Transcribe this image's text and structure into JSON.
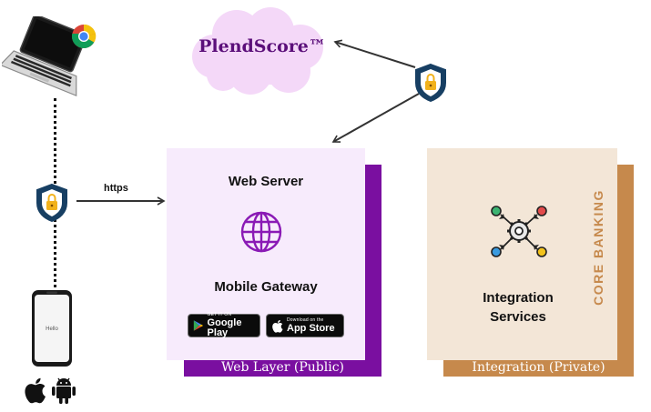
{
  "cloud": {
    "label": "PlendScore™"
  },
  "web_layer": {
    "caption": "Web Layer (Public)",
    "web_server": "Web Server",
    "mobile_gateway": "Mobile Gateway",
    "google_play": {
      "small": "GET IT ON",
      "big": "Google Play"
    },
    "app_store": {
      "small": "Download on the",
      "big": "App Store"
    }
  },
  "integration": {
    "caption": "Integration (Private)",
    "title": "Integration Services",
    "side_label": "CORE BANKING"
  },
  "connection": {
    "label": "https"
  },
  "phone": {
    "screen_text": "Hello"
  },
  "icons": {
    "laptop": "laptop-icon",
    "browser": "chrome-icon",
    "lock": "shield-lock-icon",
    "globe": "globe-icon",
    "network": "gear-network-icon",
    "ios": "apple-icon",
    "android": "android-icon"
  },
  "colors": {
    "purple": "#7a0fa0",
    "lavender": "#f7ebfc",
    "tan": "#c6894c",
    "beige": "#f3e6d7",
    "cloud": "#f4d8f8"
  }
}
